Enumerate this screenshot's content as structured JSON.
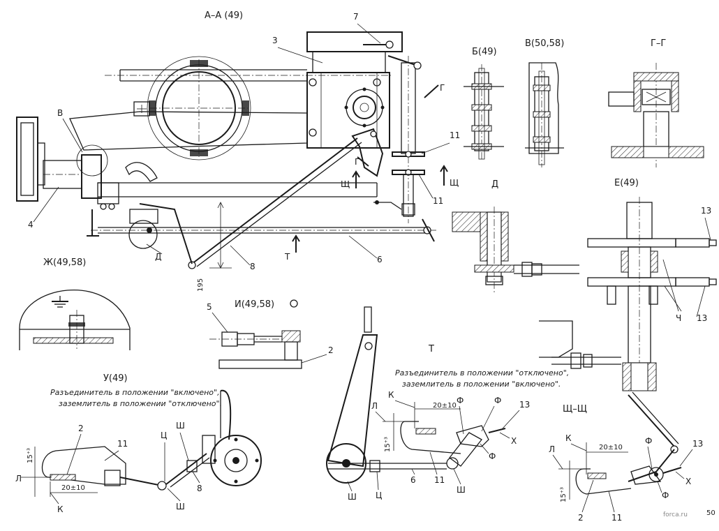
{
  "views": {
    "aa": "А–А (49)",
    "b": "Б(49)",
    "v": "В(50,58)",
    "gg": "Г–Г",
    "d": "Д",
    "e": "Е(49)",
    "zh": "Ж(49,58)",
    "i": "И(49,58)",
    "u": "У(49)",
    "t": "Т",
    "shch": "Щ–Щ"
  },
  "positions": {
    "p2": "2",
    "p3": "3",
    "p4": "4",
    "p5": "5",
    "p6": "6",
    "p7": "7",
    "p8": "8",
    "p11": "11",
    "p13": "13"
  },
  "marks": {
    "v": "В",
    "g": "Г",
    "d": "Д",
    "shch": "Щ",
    "t": "Т",
    "ch": "Ч",
    "ts": "Ц",
    "sh": "Ш",
    "f": "Ф",
    "kh": "Х",
    "l": "Л",
    "k": "К"
  },
  "dimensions": {
    "d195": "195",
    "gap": "15⁺³",
    "overlap": "20±10"
  },
  "captions": {
    "u_line1": "Разъединитель в положении \"включено\",",
    "u_line2": "заземлитель в положении \"отключено\".",
    "t_line1": "Разъединитель в положении \"отключено\",",
    "t_line2": "заземлитель в положении \"включено\"."
  },
  "footer": {
    "site": "forca.ru",
    "page": "50"
  }
}
